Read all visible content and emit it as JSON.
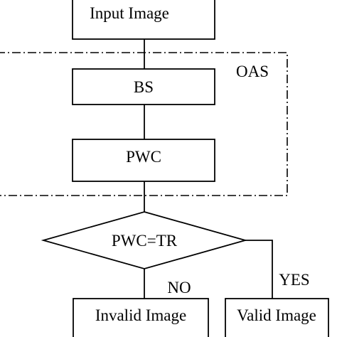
{
  "nodes": {
    "input_image": "Input Image",
    "bs": "BS",
    "pwc": "PWC",
    "decision": "PWC=TR",
    "invalid_image": "Invalid Image",
    "valid_image": "Valid Image"
  },
  "group": {
    "label": "OAS"
  },
  "edges": {
    "no_label": "NO",
    "yes_label": "YES"
  },
  "colors": {
    "stroke": "#000000",
    "background": "#ffffff"
  }
}
